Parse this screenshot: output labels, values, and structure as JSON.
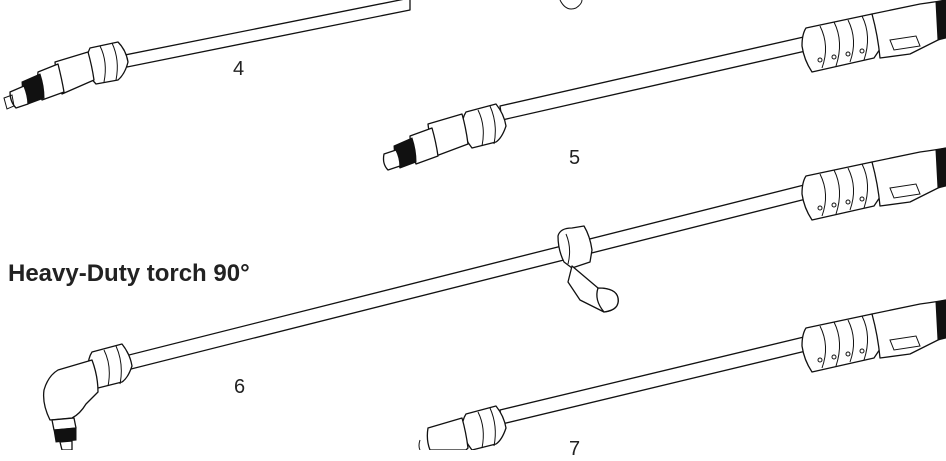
{
  "section_title": "Heavy-Duty torch 90°",
  "labels": {
    "torch_4": "4",
    "torch_5": "5",
    "torch_6": "6",
    "torch_7": "7"
  },
  "colors": {
    "line": "#111111",
    "fill": "#ffffff",
    "text": "#222222"
  }
}
